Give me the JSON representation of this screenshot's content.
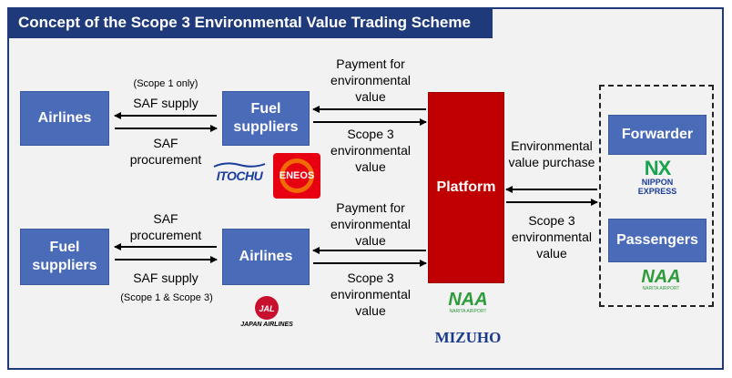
{
  "title": "Concept of the Scope 3 Environmental Value Trading Scheme",
  "boxes": {
    "airlines_top": "Airlines",
    "fuel_top": "Fuel suppliers",
    "fuel_bottom": "Fuel suppliers",
    "airlines_bottom": "Airlines",
    "platform": "Platform",
    "forwarder": "Forwarder",
    "passengers": "Passengers"
  },
  "labels": {
    "scope1_only": "(Scope 1 only)",
    "saf_supply_top": "SAF supply",
    "saf_procurement_top": "SAF procurement",
    "payment_top": "Payment for environmental value",
    "scope3_value_top": "Scope 3 environmental value",
    "saf_procurement_bottom": "SAF procurement",
    "saf_supply_bottom": "SAF supply",
    "scope1_3": "(Scope 1 & Scope 3)",
    "payment_bottom": "Payment for environmental value",
    "scope3_value_bottom": "Scope 3 environmental value",
    "env_value_purchase": "Environmental value purchase",
    "scope3_value_right": "Scope 3 environmental value"
  },
  "logos": {
    "itochu": "ITOCHU",
    "eneos": "ENEOS",
    "jal": "JAPAN AIRLINES",
    "naa_center": "NAA",
    "naa_center_sub": "NARITA AIRPORT",
    "mizuho": "MIZUHO",
    "nx": "NX",
    "nx_sub1": "NIPPON",
    "nx_sub2": "EXPRESS",
    "naa_right": "NAA",
    "naa_right_sub": "NARITA AIRPORT"
  },
  "colors": {
    "title_bg": "#1f3a7a",
    "box_blue": "#4a6bb8",
    "platform_red": "#c00000",
    "eneos_red": "#e60012",
    "naa_green": "#2e9c3a",
    "mizuho_blue": "#1b3a8c",
    "itochu_blue": "#1a3c9c"
  }
}
